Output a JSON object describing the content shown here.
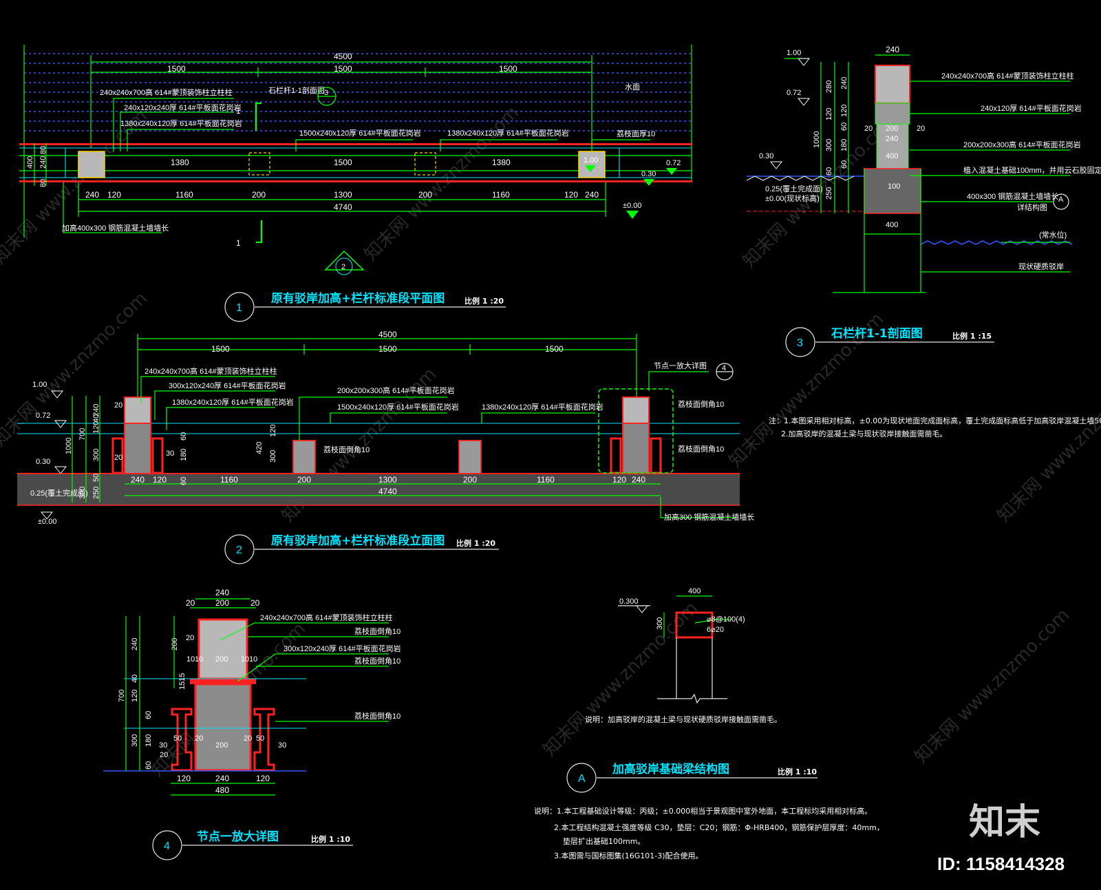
{
  "drawings": {
    "plan": {
      "number": "1",
      "title": "原有驳岸加高+栏杆标准段平面图",
      "scale": "比例  1 :20",
      "dims_top": [
        "4500",
        "1500",
        "1500",
        "1500"
      ],
      "dims_mid": [
        "1380",
        "1500",
        "1380"
      ],
      "dims_bottom": [
        "240",
        "120",
        "1160",
        "200",
        "1300",
        "200",
        "1160",
        "120",
        "240",
        "4740"
      ],
      "dims_side": [
        "400",
        "80",
        "240",
        "80"
      ],
      "labels": [
        "240x240x700高 614#蒙顶装饰柱立柱柱",
        "240x120x240厚 614#平板面花岗岩",
        "1380x240x120厚 614#平板面花岗岩",
        "1500x240x120厚 614#平板面花岗岩",
        "1380x240x120厚 614#平板面花岗岩",
        "石栏杆1-1剖面图",
        "水面",
        "荔枝面厚10",
        "加高400x300 钢筋混凝土墙墙长"
      ],
      "levels": [
        "1.00",
        "0.72",
        "0.30",
        "±0.00"
      ],
      "section_mark": "1",
      "detail_ref": "3",
      "elev_ref": "2"
    },
    "section": {
      "number": "3",
      "title": "石栏杆1-1剖面图",
      "scale": "比例  1 :15",
      "dims_top": "240",
      "dims_left": [
        "280",
        "120",
        "1000",
        "300",
        "250",
        "60",
        "240",
        "120",
        "60",
        "180",
        "60"
      ],
      "dims_inner": [
        "20",
        "200",
        "20",
        "240",
        "100",
        "400",
        "400"
      ],
      "levels": [
        "1.00",
        "0.72",
        "0.30",
        "0.25(覆土完成面)",
        "±0.00(现状标高)"
      ],
      "labels": [
        "240x240x700高 614#蒙顶装饰柱立柱柱",
        "240x120厚 614#平板面花岗岩",
        "200x200x300高 614#平板面花岗岩",
        "植入混凝土基础100mm，并用云石胶固定",
        "400x300 钢筋混凝土墙墙长",
        "详结构图",
        "(常水位)",
        "现状硬质驳岸"
      ],
      "detail_ref": "A"
    },
    "elevation": {
      "number": "2",
      "title": "原有驳岸加高+栏杆标准段立面图",
      "scale": "比例  1 :20",
      "dims_top": [
        "4500",
        "1500",
        "1500",
        "1500"
      ],
      "dims_bottom": [
        "240",
        "120",
        "1160",
        "200",
        "1300",
        "200",
        "1160",
        "120",
        "240",
        "4740"
      ],
      "dims_left": [
        "240",
        "700",
        "120",
        "40",
        "1000",
        "300",
        "50",
        "250",
        "300",
        "20",
        "20",
        "30",
        "60",
        "180",
        "60",
        "420",
        "120",
        "300"
      ],
      "levels": [
        "1.00",
        "0.72",
        "0.30",
        "0.25(覆土完成面)",
        "±0.00"
      ],
      "labels": [
        "240x240x700高 614#蒙顶装饰柱立柱柱",
        "300x120x240厚 614#平板面花岗岩",
        "1380x240x120厚 614#平板面花岗岩",
        "200x200x300高 614#平板面花岗岩",
        "1500x240x120厚 614#平板面花岗岩",
        "1380x240x120厚 614#平板面花岗岩",
        "荔枝面倒角10",
        "荔枝面倒角10",
        "荔枝面倒角10",
        "节点一放大详图",
        "加高300 钢筋混凝土墙墙长"
      ],
      "detail_ref": "4"
    },
    "detail": {
      "number": "4",
      "title": "节点一放大详图",
      "scale": "比例  1 :10",
      "dims_top": [
        "240",
        "20",
        "200",
        "20"
      ],
      "dims_left": [
        "240",
        "700",
        "120",
        "40",
        "15",
        "15",
        "300",
        "180",
        "60",
        "60",
        "200",
        "20"
      ],
      "dims_inner": [
        "10",
        "10",
        "200",
        "10",
        "10",
        "30",
        "50",
        "20",
        "200",
        "20",
        "50",
        "30",
        "20"
      ],
      "dims_bottom": [
        "120",
        "240",
        "120",
        "480"
      ],
      "labels": [
        "240x240x700高 614#蒙顶装饰柱立柱柱",
        "荔枝面倒角10",
        "300x120x240厚 614#平板面花岗岩",
        "荔枝面倒角10",
        "荔枝面倒角10"
      ]
    },
    "beam": {
      "number": "A",
      "title": "加高驳岸基础梁结构图",
      "scale": "比例  1 :10",
      "level": "0.300",
      "dims": [
        "400",
        "300"
      ],
      "rebar": [
        "⌀8@100(4)",
        "6⌀20"
      ],
      "note": "说明：加高驳岸的混凝土梁与现状硬质驳岸接触面需凿毛。"
    }
  },
  "notes_right": [
    "注：1.本图采用相对标高，±0.00为现状地面完成面标高，覆土完成面标高低于加高驳岸混凝土墙50mm。",
    "2.加高驳岸的混凝土梁与现状驳岸接触面需凿毛。"
  ],
  "notes_bottom": [
    "说明：1.本工程基础设计等级：丙级；±0.000相当于景观图中室外地面，本工程标均采用相对标高。",
    "2.本工程结构混凝土强度等级 C30，垫层：C20；钢筋：Φ-HRB400，钢筋保护层厚度：40mm，",
    "垫层扩出基础100mm。",
    "3.本图需与国标图集(16G101-3)配合使用。"
  ],
  "watermark": "知末网 www.znzmo.com",
  "logo": "知末",
  "id_label": "ID: 1158414328",
  "colors": {
    "background": "#000000",
    "dimension": "#00ff00",
    "title": "#00e5ff",
    "section_fill": "#ff2222",
    "water": "#3355ff",
    "text": "#ffffff"
  }
}
